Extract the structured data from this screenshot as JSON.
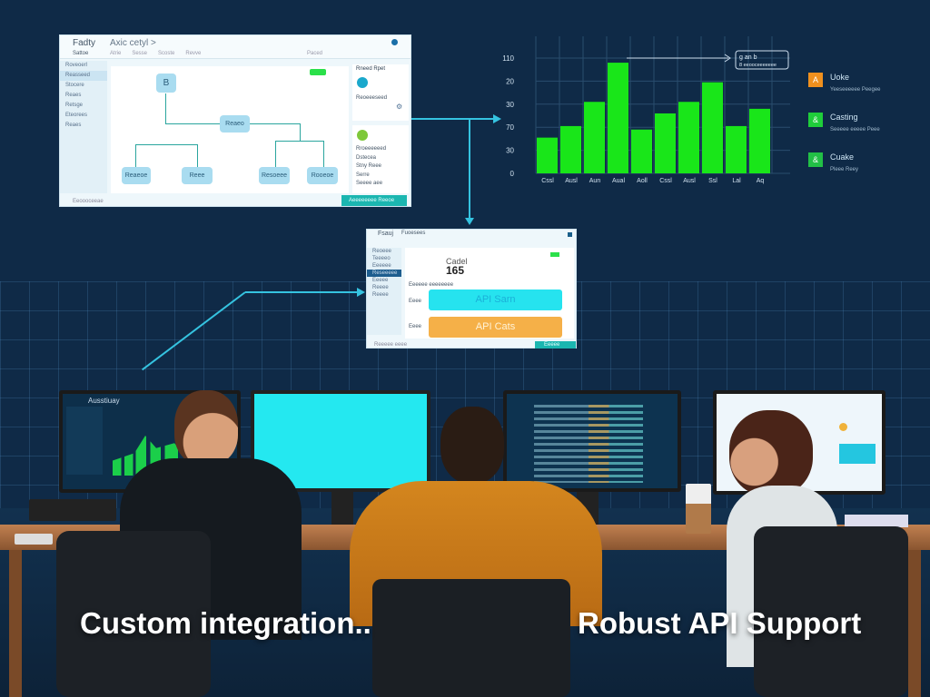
{
  "diagram_window": {
    "title": "Fadty",
    "subtitle": "Axic cetyl >",
    "nav": [
      "Sattoe",
      "Atrie",
      "Sesse",
      "Scoste",
      "Revve"
    ],
    "center_label": "Paced",
    "sidebar": [
      "Roveoerl",
      "Reasseed",
      "Stocere",
      "Reaes",
      "Retsge",
      "Eteorees",
      "Reaes"
    ],
    "status": "Eeoooceeae",
    "toggle": "on",
    "nodes": {
      "top": "B",
      "center": "Reaeo",
      "bottom": [
        "Reaeoe",
        "Reee",
        "Resoeee",
        "Rooeoe"
      ]
    },
    "right_panel": {
      "title": "Rneed Rpet",
      "items": [
        "Reoeeeseed",
        "Rroeeeeeed",
        "Dstecea",
        "Stny Reee",
        "Serre",
        "Seeee aee"
      ]
    },
    "action_button": "Aeeeeeeee Reeoe"
  },
  "chart_data": {
    "type": "bar",
    "categories": [
      "Cssl",
      "Ausl",
      "Aun",
      "Aual",
      "Aoll",
      "Cssl",
      "Ausl",
      "Ssl",
      "Lal",
      "Aq"
    ],
    "values": [
      31,
      41,
      62,
      96,
      38,
      52,
      62,
      79,
      41,
      56
    ],
    "ylim": [
      0,
      100
    ],
    "ytick_labels": [
      "0",
      "30",
      "70",
      "30",
      "20",
      "110"
    ],
    "grid": true,
    "color": "#19e619",
    "annotation": [
      "g an b",
      "8 eeooceeeeeee"
    ]
  },
  "legend": [
    {
      "title": "Uoke",
      "sub": "Yeeseeeeee Peegee",
      "color": "#f0901e",
      "icon": "A"
    },
    {
      "title": "Casting",
      "sub": "Seeeee eeeee Peee",
      "color": "#1fce3a",
      "icon": "&"
    },
    {
      "title": "Cuake",
      "sub": "Pleee Reey",
      "color": "#22c046",
      "icon": "&"
    }
  ],
  "api_window": {
    "title": "Fsauj",
    "subtitle": "Fuoesees",
    "sidebar": [
      "Reoeee",
      "Teeeeo",
      "Eeeeee",
      "Reseeeee",
      "Eeeee",
      "Reeee",
      "Reeee"
    ],
    "metric_label": "Cadel",
    "metric_value": "165",
    "section_label": "Eeeeee eeeeeeee",
    "row_labels": [
      "Eeee",
      "Eeee"
    ],
    "button_primary": "API Sarn",
    "button_secondary": "API Cats",
    "status": "Reeeee eeee",
    "action_button": "Eeeee"
  },
  "monitor_left": {
    "title": "Ausstiuay"
  },
  "captions": {
    "left": "Custom integration..",
    "right": "Robust API Support"
  }
}
